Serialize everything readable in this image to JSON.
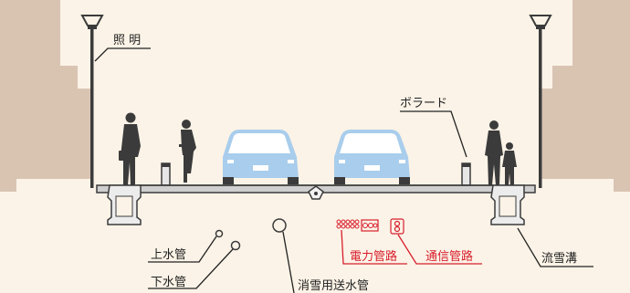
{
  "labels": {
    "lighting": "照 明",
    "bollard": "ボラード",
    "water_main": "上水管",
    "sewer_pipe": "下水管",
    "snow_melt_pipe": "消雪用送水管",
    "power_conduit": "電力管路",
    "telecom_conduit": "通信管路",
    "snow_gutter": "流雪溝"
  },
  "colors": {
    "background": "#fbf3e7",
    "building": "#d9c4b2",
    "figure": "#3b3b3b",
    "car": "#a9cdec",
    "road": "#cfcfcf",
    "conduit": "#d81e2c"
  }
}
